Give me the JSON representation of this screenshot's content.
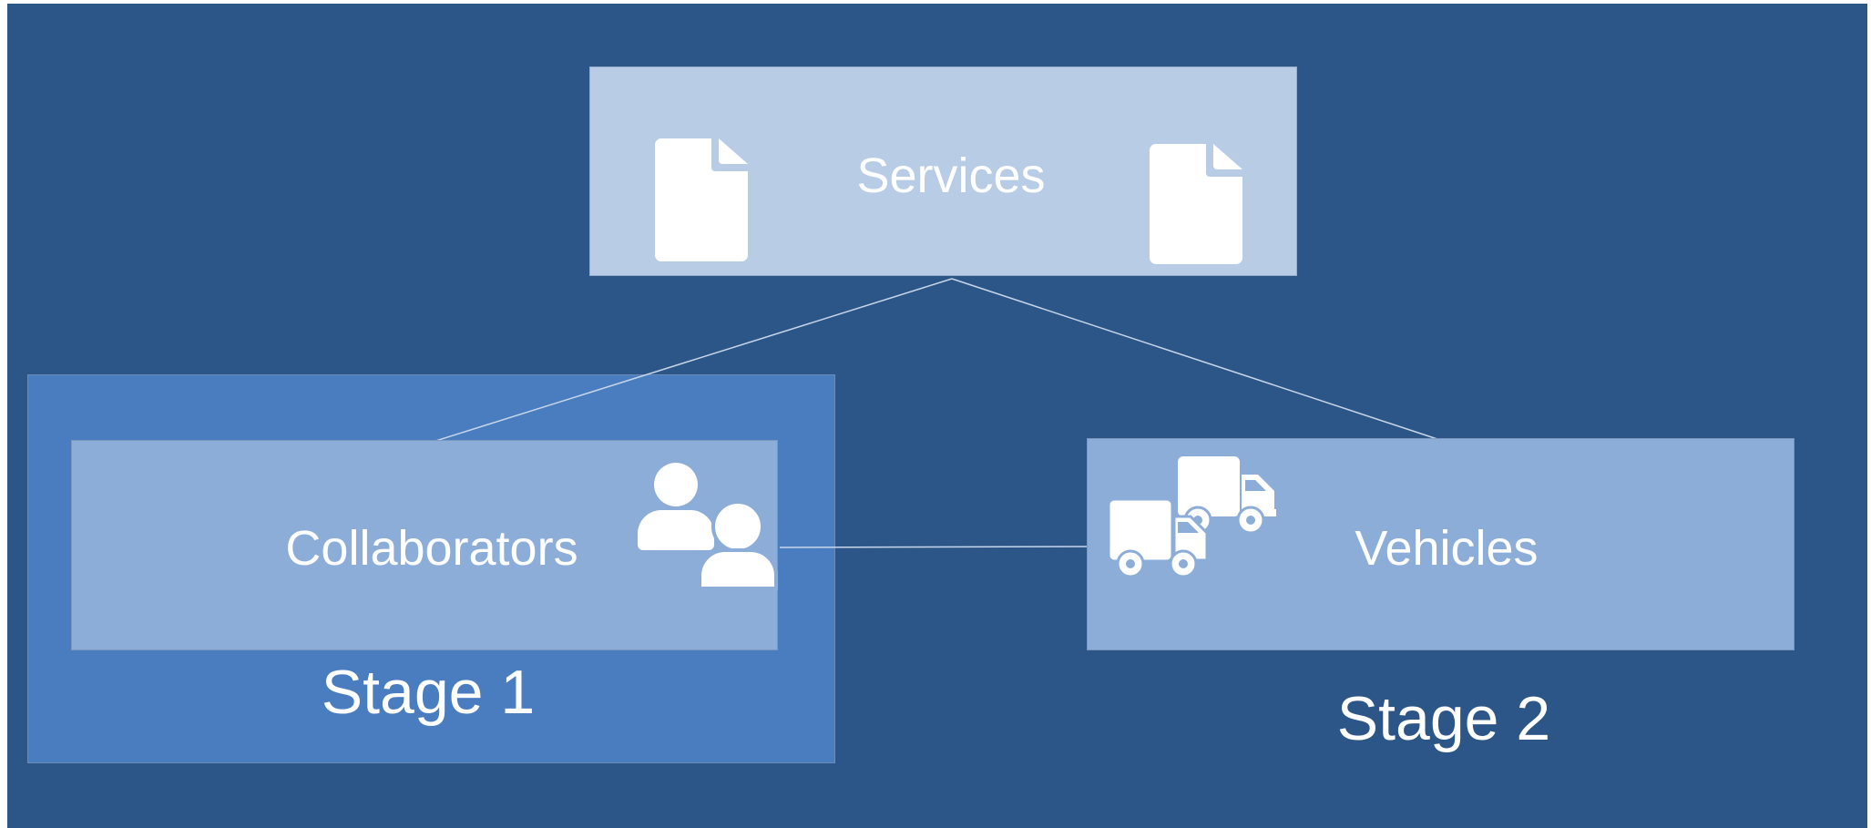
{
  "diagram": {
    "nodes": {
      "services": {
        "label": "Services",
        "icon": "document-icon"
      },
      "collaborators": {
        "label": "Collaborators",
        "icon": "users-icon"
      },
      "vehicles": {
        "label": "Vehicles",
        "icon": "trucks-icon"
      }
    },
    "stages": {
      "stage1": {
        "label": "Stage 1"
      },
      "stage2": {
        "label": "Stage 2"
      }
    },
    "edges": [
      {
        "from": "services",
        "to": "collaborators"
      },
      {
        "from": "services",
        "to": "vehicles"
      },
      {
        "from": "collaborators",
        "to": "vehicles"
      }
    ],
    "colors": {
      "background": "#2d5688",
      "stage1_region": "#4a7cc0",
      "services_node": "#b8cce6",
      "stage_nodes": "#8dadd9",
      "text_and_icons": "#ffffff",
      "connector": "#c8d6ea"
    }
  }
}
